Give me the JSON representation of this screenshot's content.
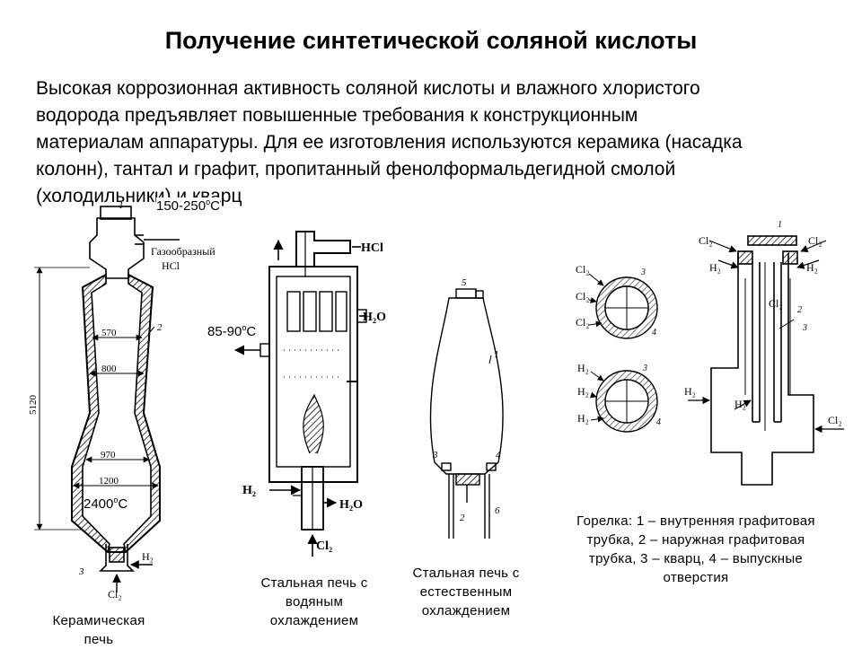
{
  "title": "Получение синтетической соляной кислоты",
  "intro": [
    "Высокая коррозионная активность соляной кислоты и влажного хлористого",
    "водорода предъявляет повышенные требования к конструкционным",
    "материалам аппаратуры. Для ее изготовления используются керамика (насадка",
    "колонн), тантал и графит, пропитанный фенолформальдегидной смолой",
    "(холодильники) и кварц"
  ],
  "temps": {
    "t1": "150-250",
    "t2": "85-90",
    "t3": "2400",
    "unit": "С",
    "deg": "o"
  },
  "furnace1": {
    "caption": [
      "Керамическая",
      "печь"
    ],
    "gas_label": [
      "Газообразный",
      "HCl"
    ],
    "dims": [
      "570",
      "800",
      "970",
      "1200",
      "5120"
    ],
    "h2": "H₂",
    "cl2": "Cl₂",
    "nums": [
      "1",
      "2",
      "3"
    ]
  },
  "furnace2": {
    "caption": [
      "Стальная печь с",
      "водяным",
      "охлаждением"
    ],
    "hcl": "HCl",
    "h2o_top": "H₂O",
    "h2": "H₂",
    "h2o_bottom": "H₂O",
    "cl2": "Cl₂"
  },
  "furnace3": {
    "caption": [
      "Стальная печь с",
      "естественным",
      "охлаждением"
    ],
    "nums": [
      "5",
      "1",
      "3",
      "4",
      "2",
      "6"
    ]
  },
  "burner": {
    "caption": [
      "Горелка: 1 – внутренняя графитовая",
      "трубка, 2 – наружная графитовая",
      "трубка, 3 – кварц, 4 – выпускные",
      "отверстия"
    ],
    "cl2": "Cl₂",
    "h2": "H₂",
    "nums": [
      "1",
      "2",
      "3",
      "4"
    ]
  }
}
